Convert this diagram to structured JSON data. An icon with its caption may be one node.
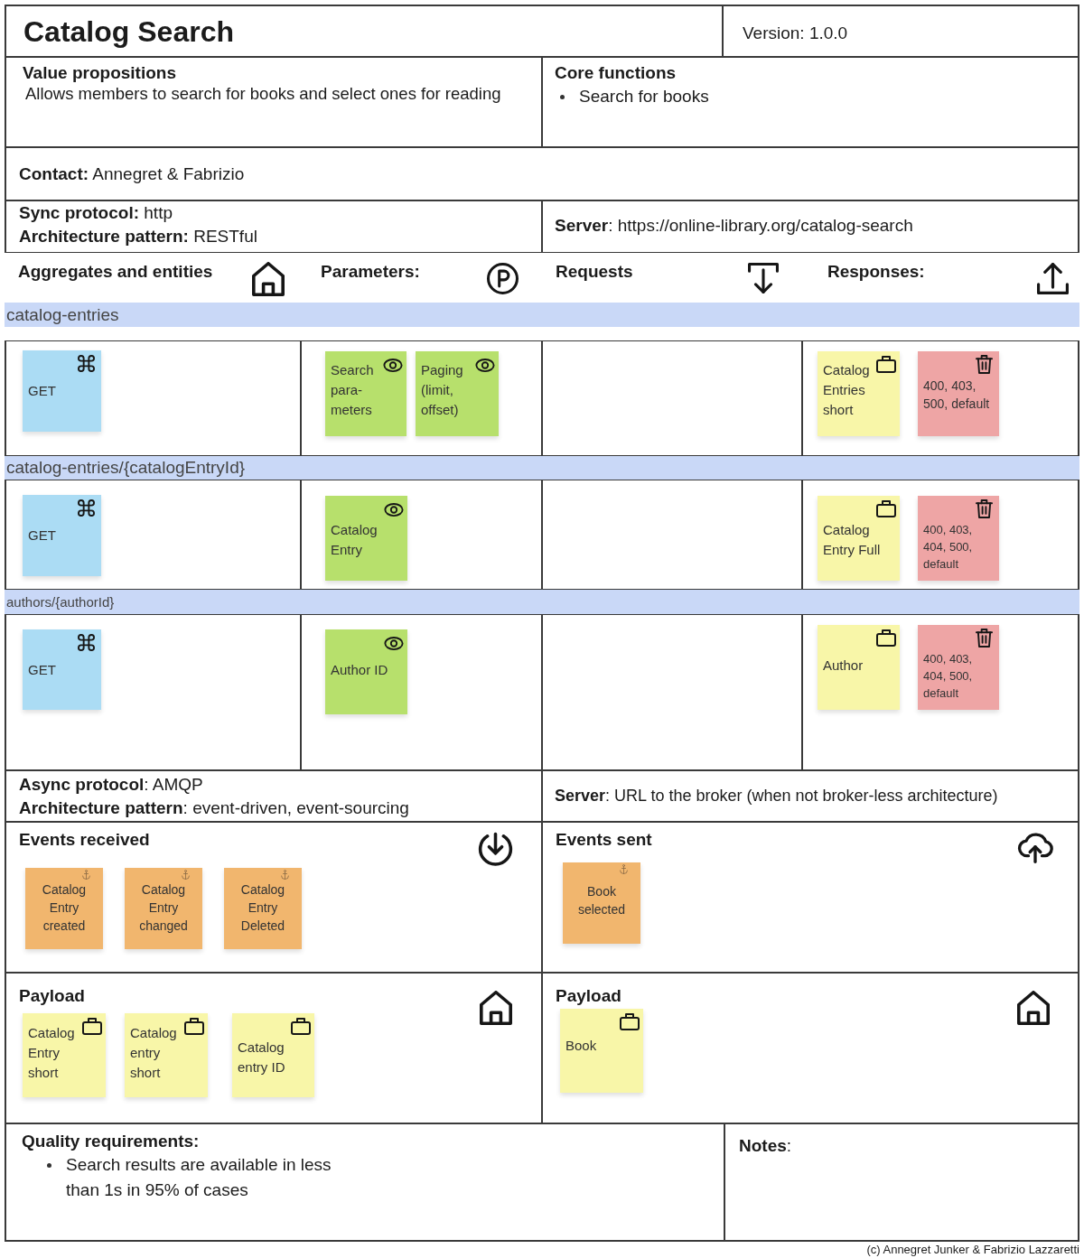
{
  "diagram": {
    "nodes": [
      {
        "text": [
          "Catalog Search"
        ]
      },
      {
        "text": [
          "Version: 1.0.0"
        ]
      },
      {
        "text": [
          "Value propositions",
          "Allows members to search for books and select ones for reading"
        ]
      },
      {
        "text": [
          "Core functions",
          "Search for books"
        ]
      },
      {
        "text": [
          "**Contact:** Annegret & Fabrizio"
        ]
      },
      {
        "text": [
          "**Sync protocol:** http",
          "**Architecture pattern:** RESTful"
        ]
      },
      {
        "text": [
          "**Server**: https://online-library.org/catalog-search"
        ]
      },
      {
        "text": [
          "catalog-entries"
        ]
      },
      {
        "text": [],
        "shape": "box"
      },
      {
        "text": [
          "GET"
        ],
        "in": 8
      },
      {
        "text": [],
        "shape": "box"
      },
      {
        "text": [
          "Search para- meters"
        ],
        "in": 10
      },
      {
        "text": [
          "Paging (limit, offset)"
        ],
        "in": 10
      },
      {
        "text": [],
        "shape": "box"
      },
      {
        "text": [],
        "shape": "box"
      },
      {
        "text": [
          "Catalog Entries short"
        ],
        "in": 14
      },
      {
        "text": [
          "400, 403, 500, default"
        ],
        "in": 14
      },
      {
        "text": [
          "catalog-entries/{catalogEntryId}"
        ]
      },
      {
        "text": [],
        "shape": "box"
      },
      {
        "text": [
          "GET"
        ],
        "in": 18
      },
      {
        "text": [],
        "shape": "box"
      },
      {
        "text": [
          "Catalog Entry"
        ],
        "in": 20
      },
      {
        "text": [],
        "shape": "box"
      },
      {
        "text": [],
        "shape": "box"
      },
      {
        "text": [
          "Catalog Entry Full"
        ],
        "in": 23
      },
      {
        "text": [
          "400, 403, 404, 500, default"
        ],
        "in": 23
      },
      {
        "text": [
          "authors/{authorId}"
        ]
      },
      {
        "text": [],
        "shape": "box"
      },
      {
        "text": [
          "GET"
        ],
        "in": 27
      },
      {
        "text": [],
        "shape": "box"
      },
      {
        "text": [
          "Author ID"
        ],
        "in": 29
      },
      {
        "text": [],
        "shape": "box"
      },
      {
        "text": [],
        "shape": "box"
      },
      {
        "text": [
          "Author"
        ],
        "in": 32
      },
      {
        "text": [
          "400, 403, 404, 500, default"
        ],
        "in": 32
      },
      {
        "text": [
          "**Async protocol**: AMQP",
          "**Architecture pattern**: event-driven, event-sourcing"
        ]
      },
      {
        "text": [
          "**Server**: URL to the broker (when not broker-less architecture)"
        ]
      },
      {
        "text": [
          "Events received"
        ]
      },
      {
        "text": [
          "Catalog Entry created"
        ],
        "in": 37
      },
      {
        "text": [
          "Catalog Entry changed"
        ],
        "in": 37
      },
      {
        "text": [
          "Catalog Entry Deleted"
        ],
        "in": 37
      },
      {
        "text": [
          "Events sent"
        ]
      },
      {
        "text": [
          "Book selected"
        ],
        "in": 41
      },
      {
        "text": [
          "Payload"
        ]
      },
      {
        "text": [
          "Catalog Entry short"
        ],
        "in": 43
      },
      {
        "text": [
          "Catalog entry short"
        ],
        "in": 43
      },
      {
        "text": [
          "Catalog entry ID"
        ],
        "in": 43
      },
      {
        "text": [
          "Payload"
        ]
      },
      {
        "text": [
          "Book"
        ],
        "in": 47
      },
      {
        "text": [
          "Quality requirements:",
          "Search results are available in less than 1s in 95% of cases"
        ]
      },
      {
        "text": [
          "**Notes**:"
        ]
      }
    ],
    "labels": [
      "Aggregates and entities",
      "Parameters:",
      "Requests",
      "Responses:",
      "(c) Annegret Junker & Fabrizio Lazzaretti"
    ]
  }
}
